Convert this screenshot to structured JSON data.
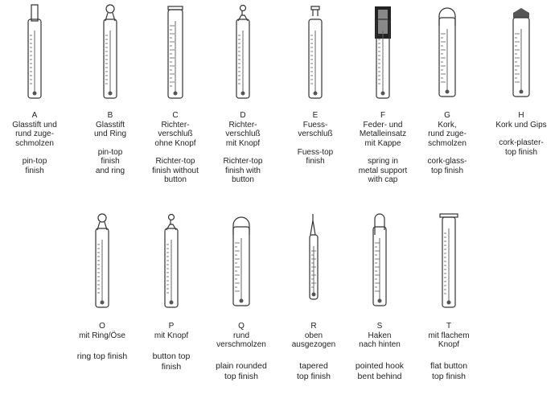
{
  "top_row": [
    {
      "letter": "A",
      "german": [
        "Glasstift und",
        "rund zuge-",
        "schmolzen"
      ],
      "english": [
        "pin-top",
        "finish"
      ],
      "icon": "pin-top-thermometer-icon",
      "top": "pin"
    },
    {
      "letter": "B",
      "german": [
        "Glasstift",
        "und Ring"
      ],
      "english": [
        "pin-top",
        "finish",
        "and ring"
      ],
      "icon": "pin-ring-thermometer-icon",
      "top": "ring"
    },
    {
      "letter": "C",
      "german": [
        "Richter-",
        "verschluß",
        "ohne Knopf"
      ],
      "english": [
        "Richter-top",
        "finish without",
        "button"
      ],
      "icon": "richter-top-thermometer-icon",
      "top": "flat"
    },
    {
      "letter": "D",
      "german": [
        "Richter-",
        "verschluß",
        "mit Knopf"
      ],
      "english": [
        "Richter-top",
        "finish with",
        "button"
      ],
      "icon": "richter-button-thermometer-icon",
      "top": "button"
    },
    {
      "letter": "E",
      "german": [
        "Fuess-",
        "verschluß"
      ],
      "english": [
        "Fuess-top",
        "finish"
      ],
      "icon": "fuess-top-thermometer-icon",
      "top": "fuess"
    },
    {
      "letter": "F",
      "german": [
        "Feder- und",
        "Metalleinsatz",
        "mit Kappe"
      ],
      "english": [
        "spring in",
        "metal support",
        "with cap"
      ],
      "icon": "spring-cap-thermometer-icon",
      "top": "cap"
    },
    {
      "letter": "G",
      "german": [
        "Kork,",
        "rund zuge-",
        "schmolzen"
      ],
      "english": [
        "cork-glass-",
        "top finish"
      ],
      "icon": "cork-glass-thermometer-icon",
      "top": "round"
    },
    {
      "letter": "H",
      "german": [
        "Kork und Gips"
      ],
      "english": [
        "cork-plaster-",
        "top finish"
      ],
      "icon": "cork-plaster-thermometer-icon",
      "top": "plaster"
    }
  ],
  "bottom_row": [
    {
      "letter": "O",
      "german": [
        "mit Ring/Öse"
      ],
      "english": [
        "ring top finish"
      ],
      "icon": "ring-top-thermometer-icon",
      "top": "ring"
    },
    {
      "letter": "P",
      "german": [
        "mit Knopf"
      ],
      "english": [
        "button top",
        "finish"
      ],
      "icon": "button-top-thermometer-icon",
      "top": "button"
    },
    {
      "letter": "Q",
      "german": [
        "rund",
        "verschmolzen"
      ],
      "english": [
        "plain rounded",
        "top finish"
      ],
      "icon": "rounded-top-thermometer-icon",
      "top": "round"
    },
    {
      "letter": "R",
      "german": [
        "oben",
        "ausgezogen"
      ],
      "english": [
        "tapered",
        "top finish"
      ],
      "icon": "tapered-top-thermometer-icon",
      "top": "taper"
    },
    {
      "letter": "S",
      "german": [
        "Haken",
        "nach hinten"
      ],
      "english": [
        "pointed hook",
        "bent behind"
      ],
      "icon": "hook-top-thermometer-icon",
      "top": "hook"
    },
    {
      "letter": "T",
      "german": [
        "mit flachem",
        "Knopf"
      ],
      "english": [
        "flat button",
        "top finish"
      ],
      "icon": "flat-button-thermometer-icon",
      "top": "flatbutton"
    }
  ]
}
